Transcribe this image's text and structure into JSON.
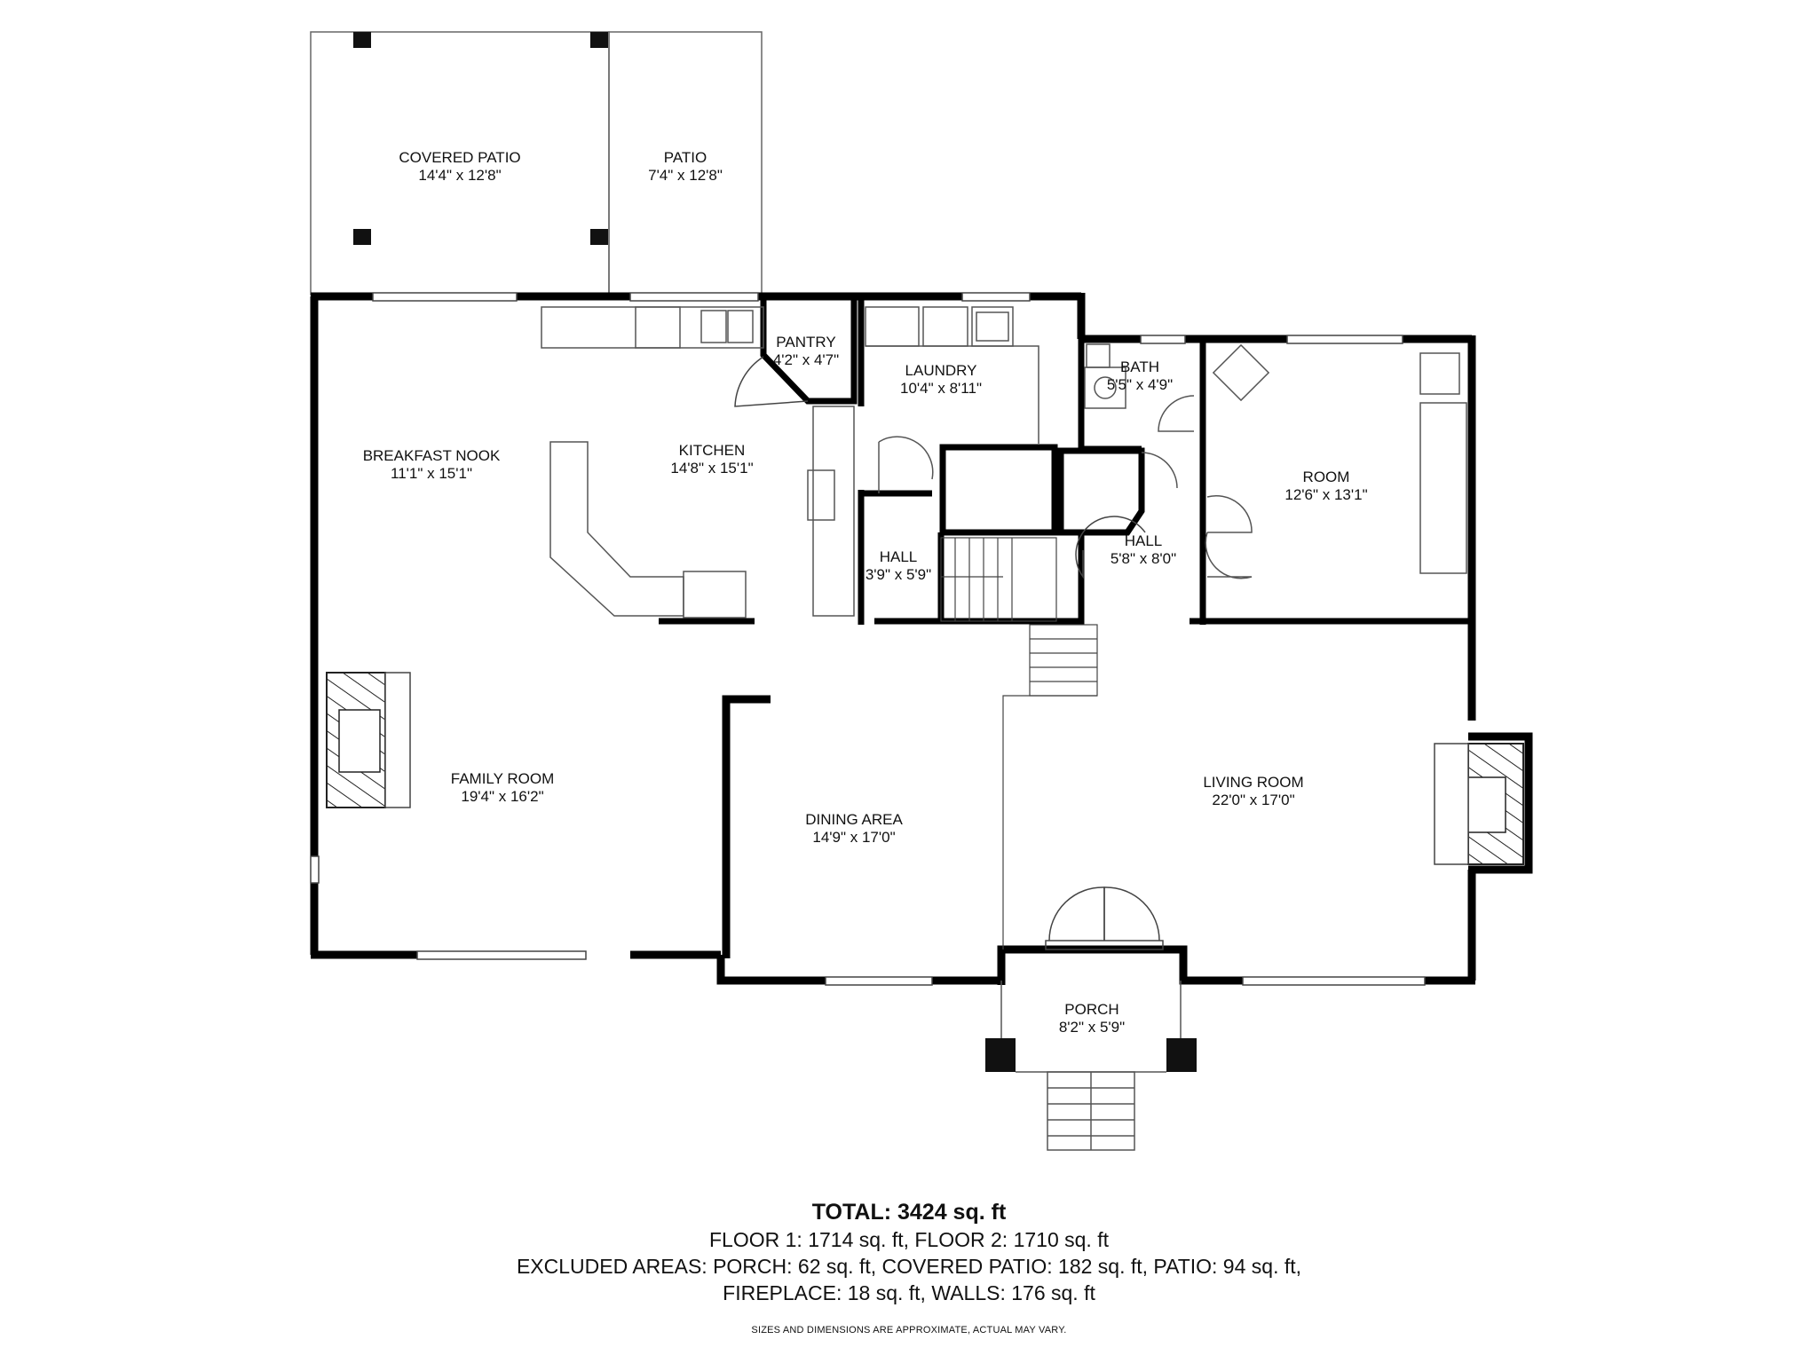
{
  "rooms": {
    "covered_patio": {
      "name": "COVERED PATIO",
      "dim": "14'4\" x 12'8\""
    },
    "patio": {
      "name": "PATIO",
      "dim": "7'4\" x 12'8\""
    },
    "pantry": {
      "name": "PANTRY",
      "dim": "4'2\" x 4'7\""
    },
    "laundry": {
      "name": "LAUNDRY",
      "dim": "10'4\" x 8'11\""
    },
    "bath": {
      "name": "BATH",
      "dim": "5'5\" x 4'9\""
    },
    "breakfast_nook": {
      "name": "BREAKFAST NOOK",
      "dim": "11'1\" x 15'1\""
    },
    "kitchen": {
      "name": "KITCHEN",
      "dim": "14'8\" x 15'1\""
    },
    "room": {
      "name": "ROOM",
      "dim": "12'6\" x 13'1\""
    },
    "hall_left": {
      "name": "HALL",
      "dim": "3'9\" x 5'9\""
    },
    "hall_right": {
      "name": "HALL",
      "dim": "5'8\" x 8'0\""
    },
    "family_room": {
      "name": "FAMILY ROOM",
      "dim": "19'4\" x 16'2\""
    },
    "living_room": {
      "name": "LIVING ROOM",
      "dim": "22'0\" x 17'0\""
    },
    "dining_area": {
      "name": "DINING AREA",
      "dim": "14'9\" x 17'0\""
    },
    "porch": {
      "name": "PORCH",
      "dim": "8'2\" x 5'9\""
    }
  },
  "summary": {
    "total_label": "TOTAL:",
    "total_value": "3424 sq. ft",
    "floors": "FLOOR 1: 1714 sq. ft, FLOOR 2: 1710 sq. ft",
    "excluded": "EXCLUDED AREAS: PORCH: 62 sq. ft, COVERED PATIO: 182 sq. ft, PATIO: 94 sq. ft,",
    "excluded_2": "FIREPLACE: 18 sq. ft, WALLS: 176 sq. ft",
    "disclaimer": "SIZES AND DIMENSIONS ARE APPROXIMATE, ACTUAL MAY VARY."
  }
}
